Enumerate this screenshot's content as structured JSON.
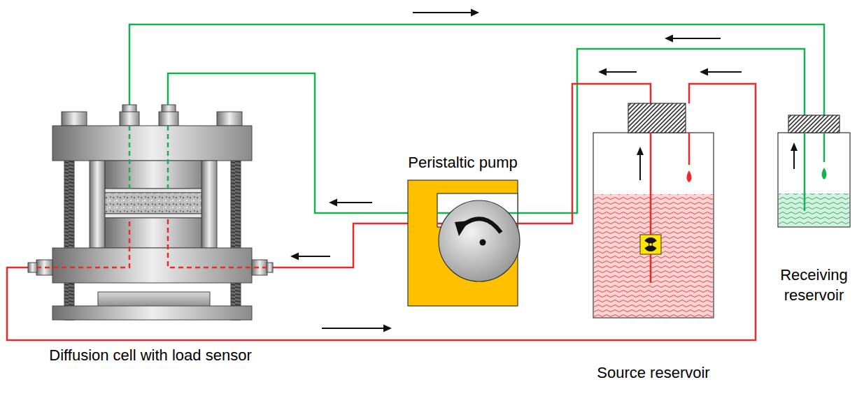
{
  "diagram": {
    "nodes": [
      {
        "text": [
          "Diffusion cell with load sensor"
        ]
      },
      {
        "text": [
          "Peristaltic pump"
        ]
      },
      {
        "text": [
          "Source reservoir"
        ]
      },
      {
        "text": [
          "Receiving reservoir"
        ]
      }
    ],
    "edges": [
      {
        "from": 3,
        "to": 1,
        "arrow": "to"
      },
      {
        "from": 1,
        "to": 0,
        "arrow": "to"
      },
      {
        "from": 0,
        "to": 3,
        "arrow": "to"
      },
      {
        "from": 2,
        "to": 1,
        "arrow": "to"
      },
      {
        "from": 1,
        "to": 0,
        "arrow": "to"
      },
      {
        "from": 0,
        "to": 2,
        "arrow": "to"
      }
    ]
  }
}
